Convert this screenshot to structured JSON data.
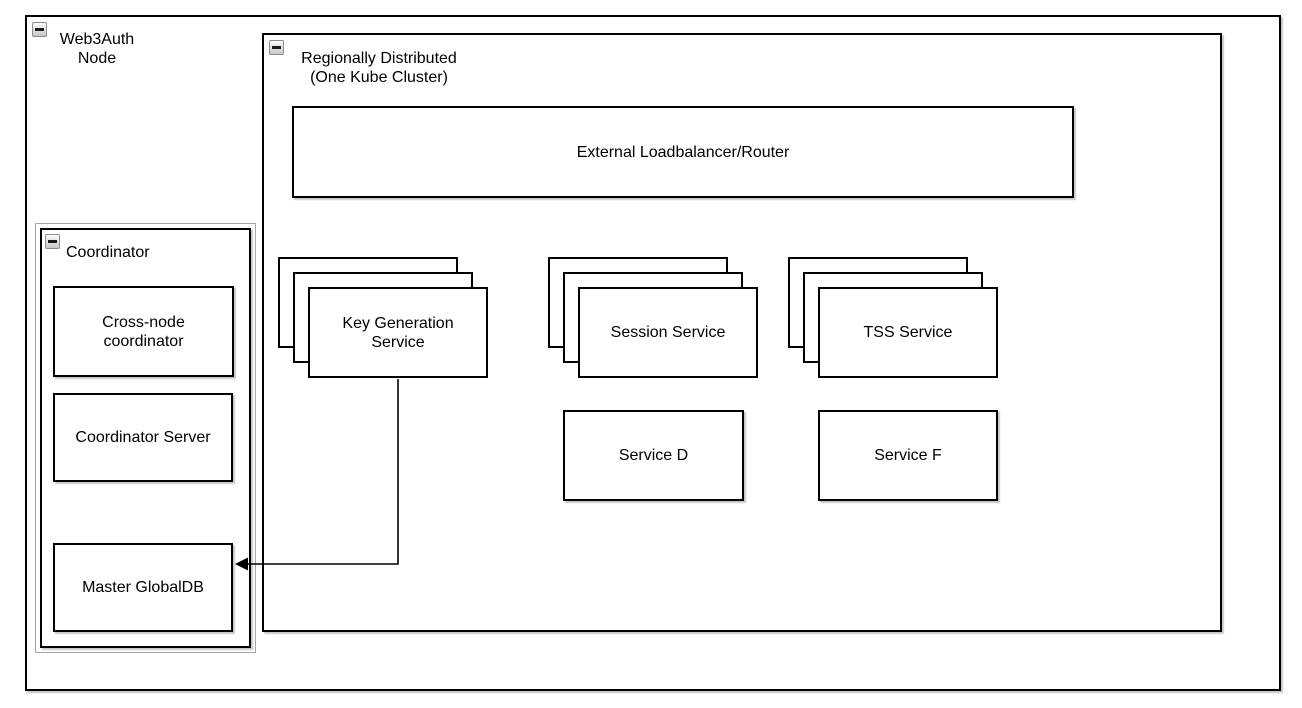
{
  "diagram": {
    "type": "architecture-diagram",
    "colors": {
      "shape_border": "#000000",
      "shape_fill": "#ffffff",
      "group_outline": "#a6a6a6",
      "collapse_icon_border": "#8c8c8c",
      "collapse_icon_fill_top": "#fdfdfd",
      "collapse_icon_fill_bottom": "#c7c7c7"
    },
    "nodes": {
      "web3auth_node": {
        "label": "Web3Auth\nNode",
        "kind": "container",
        "collapsed": false
      },
      "regionally_distributed": {
        "label": "Regionally Distributed\n(One Kube Cluster)",
        "kind": "container",
        "collapsed": false
      },
      "external_loadbalancer": {
        "label": "External Loadbalancer/Router",
        "kind": "box"
      },
      "coordinator": {
        "label": "Coordinator",
        "kind": "container",
        "collapsed": false
      },
      "cross_node_coordinator": {
        "label": "Cross-node\ncoordinator",
        "kind": "box"
      },
      "coordinator_server": {
        "label": "Coordinator Server",
        "kind": "box"
      },
      "master_globaldb": {
        "label": "Master GlobalDB",
        "kind": "box"
      },
      "key_generation_service": {
        "label": "Key Generation\nService",
        "kind": "stacked-box",
        "stack_count": 3
      },
      "session_service": {
        "label": "Session Service",
        "kind": "stacked-box",
        "stack_count": 3
      },
      "tss_service": {
        "label": "TSS Service",
        "kind": "stacked-box",
        "stack_count": 3
      },
      "service_d": {
        "label": "Service D",
        "kind": "box"
      },
      "service_f": {
        "label": "Service F",
        "kind": "box"
      }
    },
    "edges": [
      {
        "from": "key_generation_service",
        "to": "master_globaldb",
        "style": "orthogonal",
        "arrowhead": "filled-triangle",
        "direction": "kgs-bottom to globaldb-right"
      }
    ],
    "icons": {
      "collapse_minus": "minus-icon"
    }
  }
}
